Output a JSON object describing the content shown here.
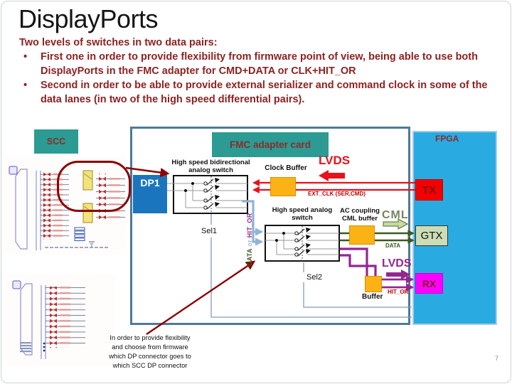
{
  "slide": {
    "title": "DisplayPorts",
    "intro": "Two levels of switches in two data pairs:",
    "bullet_char": "•",
    "bullets": [
      "First one in order to provide flexibility from firmware point of view, being able to use both DisplayPorts in the FMC adapter for CMD+DATA or CLK+HIT_OR",
      "Second in order to be able to provide external serializer and command clock in some of the data lanes (in two of the high speed differential pairs)."
    ],
    "note_lines": [
      "In order to provide flexibility",
      "and choose from firmware",
      "which DP connector goes to",
      "which SCC DP connector"
    ],
    "page_number": "7"
  },
  "diagram": {
    "scc": "SCC",
    "fmc_header": "FMC adapter card",
    "fpga": "FPGA",
    "dp1": "DP1",
    "switch1_line1": "High speed bidirectional",
    "switch1_line2": "analog switch",
    "switch2_line1": "High speed analog",
    "switch2_line2": "switch",
    "clock_buffer": "Clock Buffer",
    "lvds_top": "LVDS",
    "ext_clk": "EXT_CLK (SER,CMD)",
    "sel1": "Sel1",
    "sel2": "Sel2",
    "ac_line1": "AC coupling",
    "ac_line2": "CML buffer",
    "cml": "CML",
    "data": "DATA",
    "gtx": "GTX",
    "tx": "TX",
    "rx": "RX",
    "lvds_bottom": "LVDS",
    "buffer": "Buffer",
    "hit_or": "HIT_OR",
    "vtext": {
      "data": "DATA",
      "or": " or ",
      "hit_or": "HIT_OR"
    }
  },
  "colors": {
    "teal": "#2b9b93",
    "cyan": "#29abe2",
    "dp1_blue": "#1b75bc",
    "orange": "#fbb215",
    "bright_red": "#e8111c",
    "dark_red": "#8b0000",
    "maroon_text": "#8e2222",
    "box_label_red": "#8c2b2b",
    "magenta": "#ff00ff",
    "gtx_green": "#ccddb5",
    "dark_green": "#3a5a1f",
    "purple": "#92278f",
    "light_blue": "#8fb4d6",
    "slate_border": "#4e7a96"
  }
}
